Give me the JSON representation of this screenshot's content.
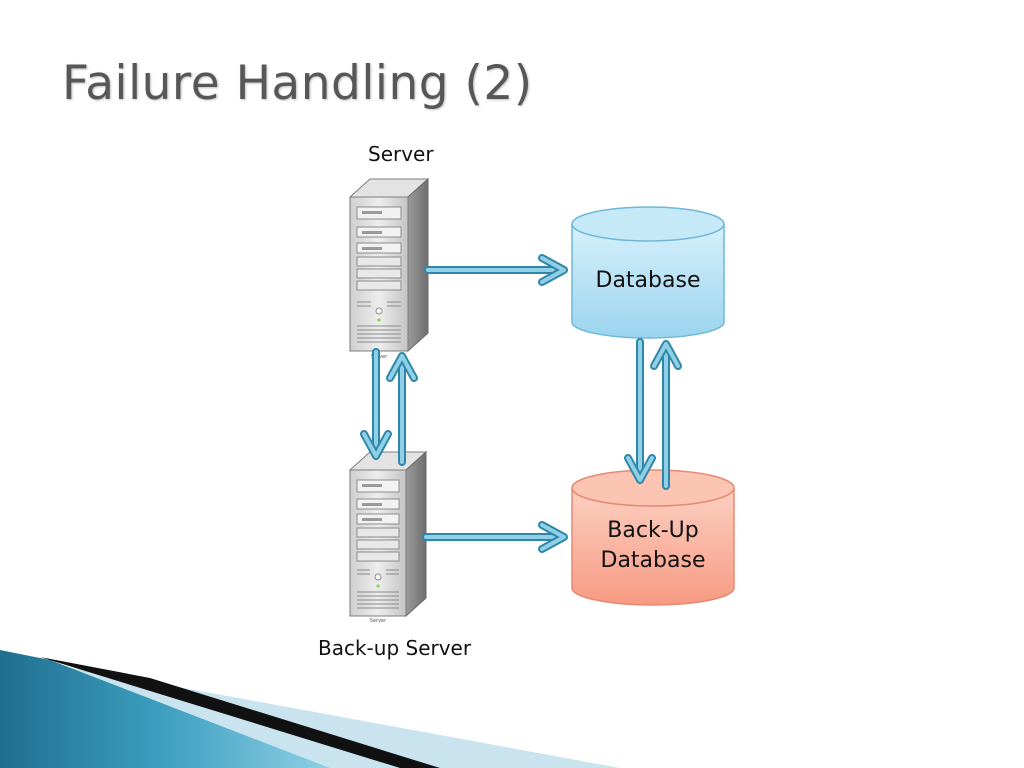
{
  "slide": {
    "title": "Failure Handling (2)"
  },
  "nodes": {
    "server": {
      "label": "Server",
      "tag": "Server"
    },
    "backup_server": {
      "label": "Back-up Server",
      "tag": "Server"
    },
    "database": {
      "label": "Database"
    },
    "backup_database": {
      "label": "Back-Up\nDatabase"
    }
  },
  "colors": {
    "arrow": "#47a8c8",
    "database_fill": "#a9dcf2",
    "backup_database_fill": "#f8a58f",
    "title": "#575757"
  }
}
